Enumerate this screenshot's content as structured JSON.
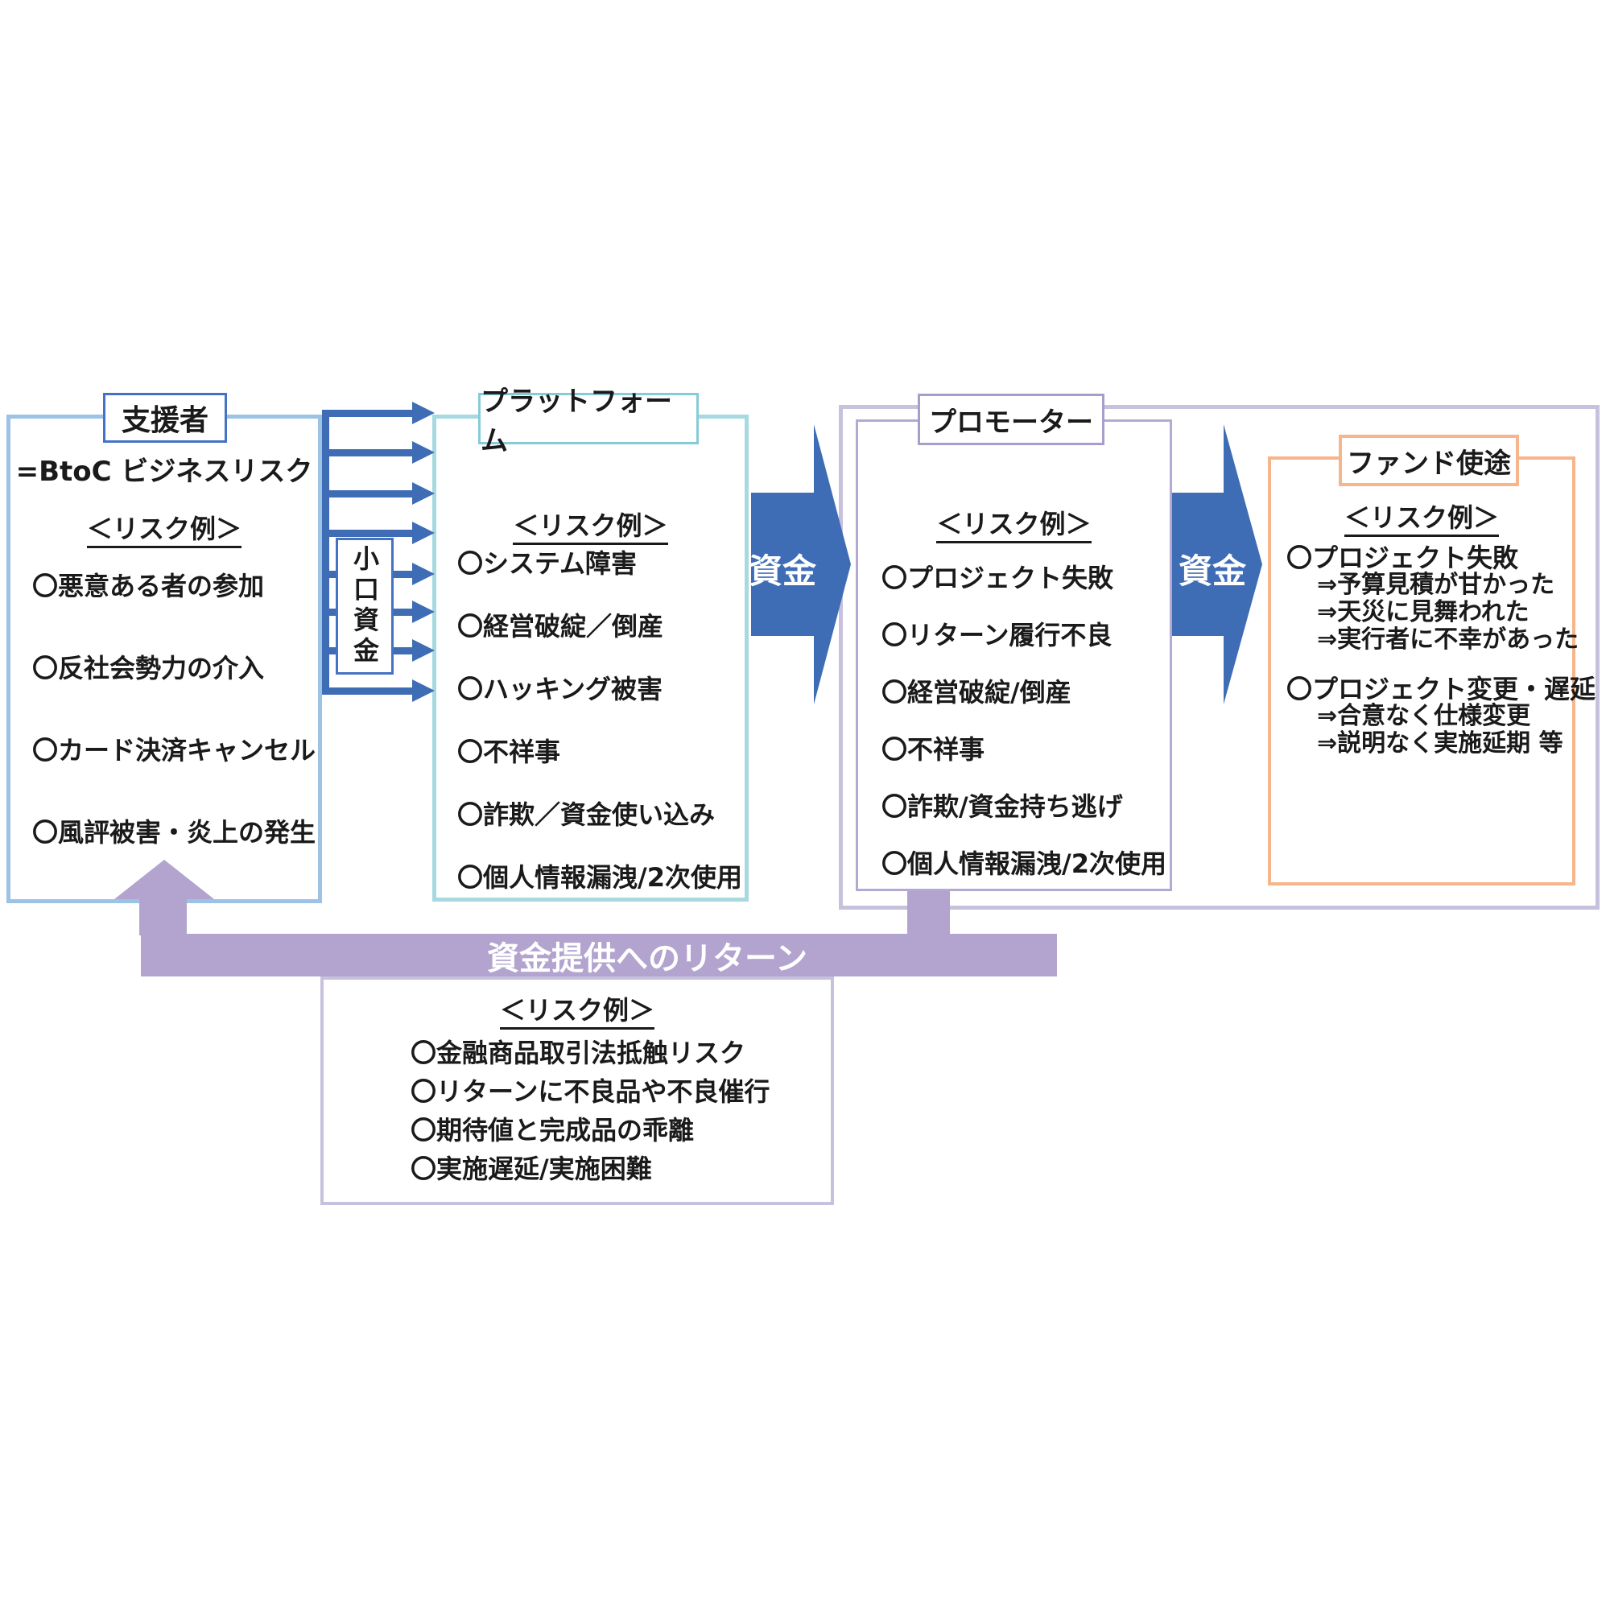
{
  "colors": {
    "arrow-blue": "#3E6DB5",
    "purple": "#B2A4CF",
    "supporter-border": "#9CC3E5",
    "supporter-title-border": "#4472C4",
    "kogu-border": "#4472C4",
    "platform-border": "#A7D9E1",
    "platform-title-border": "#85CBD8",
    "outer-border": "#C8C1DD",
    "promoter-border": "#B3A9D3",
    "promoter-title-border": "#A99DCB",
    "fund-border": "#F6B58A"
  },
  "supporter": {
    "title": "支援者",
    "subtitle": "=BtoC ビジネスリスク",
    "risk_header": "＜リスク例＞",
    "items": [
      "〇悪意ある者の参加",
      "〇反社会勢力の介入",
      "〇カード決済キャンセル",
      "〇風評被害・炎上の発生"
    ]
  },
  "small_funds_label": "小口資金",
  "platform": {
    "title": "プラットフォーム",
    "risk_header": "＜リスク例＞",
    "items": [
      "〇システム障害",
      "〇経営破綻／倒産",
      "〇ハッキング被害",
      "〇不祥事",
      "〇詐欺／資金使い込み",
      "〇個人情報漏洩/2次使用"
    ]
  },
  "funds_arrow_1": "資金",
  "promoter": {
    "title": "プロモーター",
    "risk_header": "＜リスク例＞",
    "items": [
      "〇プロジェクト失敗",
      "〇リターン履行不良",
      "〇経営破綻/倒産",
      "〇不祥事",
      "〇詐欺/資金持ち逃げ",
      "〇個人情報漏洩/2次使用"
    ]
  },
  "funds_arrow_2": "資金",
  "fund_usage": {
    "title": "ファンド使途",
    "risk_header": "＜リスク例＞",
    "items": [
      {
        "text": "〇プロジェクト失敗"
      },
      {
        "text": "⇒予算見積が甘かった",
        "indent": true
      },
      {
        "text": "⇒天災に見舞われた",
        "indent": true
      },
      {
        "text": "⇒実行者に不幸があった",
        "indent": true
      },
      {
        "text": "〇プロジェクト変更・遅延",
        "gap": true
      },
      {
        "text": "⇒合意なく仕様変更",
        "indent": true
      },
      {
        "text": "⇒説明なく実施延期 等",
        "indent": true
      }
    ]
  },
  "return_banner": "資金提供へのリターン",
  "bottom_risks": {
    "risk_header": "＜リスク例＞",
    "items": [
      "〇金融商品取引法抵触リスク",
      "〇リターンに不良品や不良催行",
      "〇期待値と完成品の乖離",
      "〇実施遅延/実施困難"
    ]
  }
}
